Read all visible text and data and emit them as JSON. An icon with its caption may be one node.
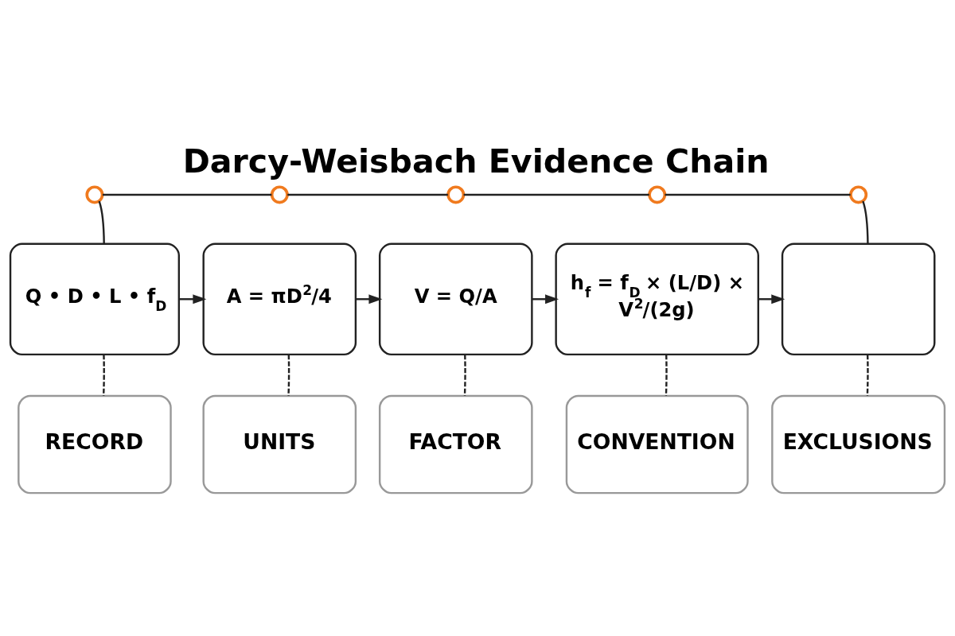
{
  "diagram": {
    "title": "Darcy-Weisbach Evidence Chain",
    "nodes": [
      {
        "text": [],
        "shape": "circle"
      },
      {
        "text": [],
        "shape": "circle"
      },
      {
        "text": [],
        "shape": "circle"
      },
      {
        "text": [],
        "shape": "circle"
      },
      {
        "text": [],
        "shape": "circle"
      },
      {
        "text": [
          "Q • D • L • f$_{D}$"
        ]
      },
      {
        "text": [
          "A = πD$^{2}$/4"
        ]
      },
      {
        "text": [
          "V = Q/A"
        ]
      },
      {
        "text": [
          "h$_{f}$ = f$_{D}$ × (L/D) × V$^{2}$/(2g)"
        ]
      },
      {
        "text": [],
        "shape": "box"
      },
      {
        "text": [
          "RECORD"
        ]
      },
      {
        "text": [
          "UNITS"
        ]
      },
      {
        "text": [
          "FACTOR"
        ]
      },
      {
        "text": [
          "CONVENTION"
        ]
      },
      {
        "text": [
          "EXCLUSIONS"
        ]
      }
    ],
    "edges": [
      {
        "from": 5,
        "to": 6,
        "arrow": "to"
      },
      {
        "from": 6,
        "to": 7,
        "arrow": "to"
      },
      {
        "from": 7,
        "to": 8,
        "arrow": "to"
      },
      {
        "from": 8,
        "to": 9,
        "arrow": "to"
      },
      {
        "from": 5,
        "to": 10,
        "arrow": "none",
        "style": "dashed"
      },
      {
        "from": 6,
        "to": 11,
        "arrow": "none",
        "style": "dashed"
      },
      {
        "from": 7,
        "to": 12,
        "arrow": "none",
        "style": "dashed"
      },
      {
        "from": 8,
        "to": 13,
        "arrow": "none",
        "style": "dashed"
      },
      {
        "from": 9,
        "to": 14,
        "arrow": "none",
        "style": "dashed"
      },
      {
        "from": 5,
        "to": 0,
        "arrow": "none"
      },
      {
        "from": 0,
        "to": 1,
        "arrow": "none"
      },
      {
        "from": 1,
        "to": 2,
        "arrow": "none"
      },
      {
        "from": 2,
        "to": 3,
        "arrow": "none"
      },
      {
        "from": 3,
        "to": 4,
        "arrow": "none"
      },
      {
        "from": 4,
        "to": 9,
        "arrow": "none"
      }
    ]
  }
}
